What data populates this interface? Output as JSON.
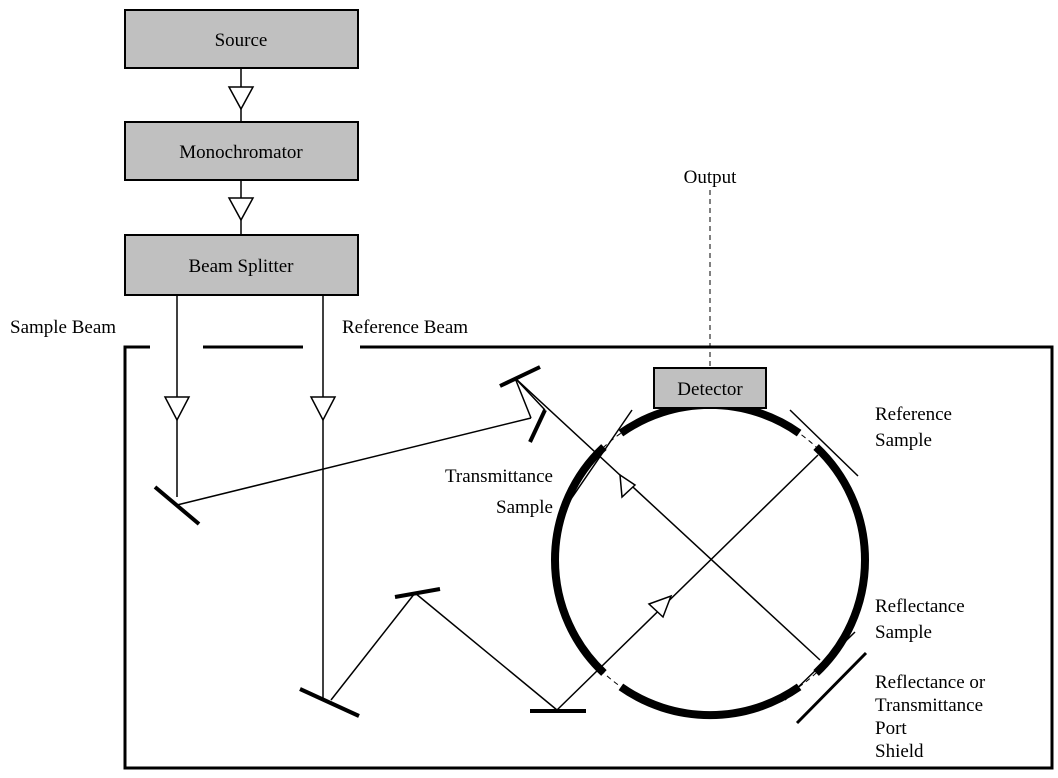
{
  "boxes": {
    "source": "Source",
    "monochromator": "Monochromator",
    "beam_splitter": "Beam Splitter",
    "detector": "Detector"
  },
  "labels": {
    "output": "Output",
    "sample_beam": "Sample Beam",
    "reference_beam": "Reference Beam",
    "transmittance_sample": [
      "Transmittance",
      "Sample"
    ],
    "reference_sample": [
      "Reference",
      "Sample"
    ],
    "reflectance_sample": [
      "Reflectance",
      "Sample"
    ],
    "port_shield": [
      "Reflectance or",
      "Transmittance",
      "Port",
      "Shield"
    ]
  }
}
